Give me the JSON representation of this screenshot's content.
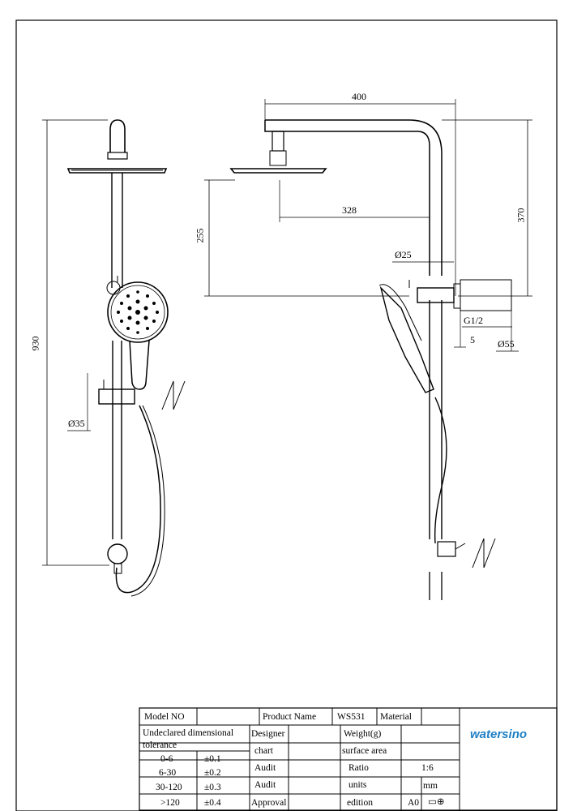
{
  "dimensions": {
    "total_height": "930",
    "slide_bar_diameter": "Ø35",
    "arm_length": "400",
    "head_offset": "328",
    "head_height_drop": "255",
    "arm_height": "370",
    "riser_diameter": "Ø25",
    "thread": "G1/2",
    "gap": "5",
    "flange_diameter": "Ø55"
  },
  "title_block": {
    "model_no_label": "Model NO",
    "product_name_label": "Product Name",
    "product_name_value": "WS531",
    "material_label": "Material",
    "tolerance_label_1": "Undeclared dimensional",
    "tolerance_label_2": "tolerance",
    "tolerances": [
      {
        "range": "0-6",
        "value": "±0.1"
      },
      {
        "range": "6-30",
        "value": "±0.2"
      },
      {
        "range": "30-120",
        "value": "±0.3"
      },
      {
        "range": ">120",
        "value": "±0.4"
      }
    ],
    "designer_label": "Designer",
    "chart_label": "chart",
    "audit_label_1": "Audit",
    "audit_label_2": "Audit",
    "approval_label": "Approval",
    "weight_label": "Weight(g)",
    "surface_area_label": "surface area",
    "ratio_label": "Ratio",
    "ratio_value": "1:6",
    "units_label": "units",
    "units_value": "mm",
    "edition_label": "edition",
    "edition_value": "A0",
    "brand": "watersino"
  },
  "colors": {
    "ink": "#000000",
    "brand": "#1f7fc4"
  }
}
